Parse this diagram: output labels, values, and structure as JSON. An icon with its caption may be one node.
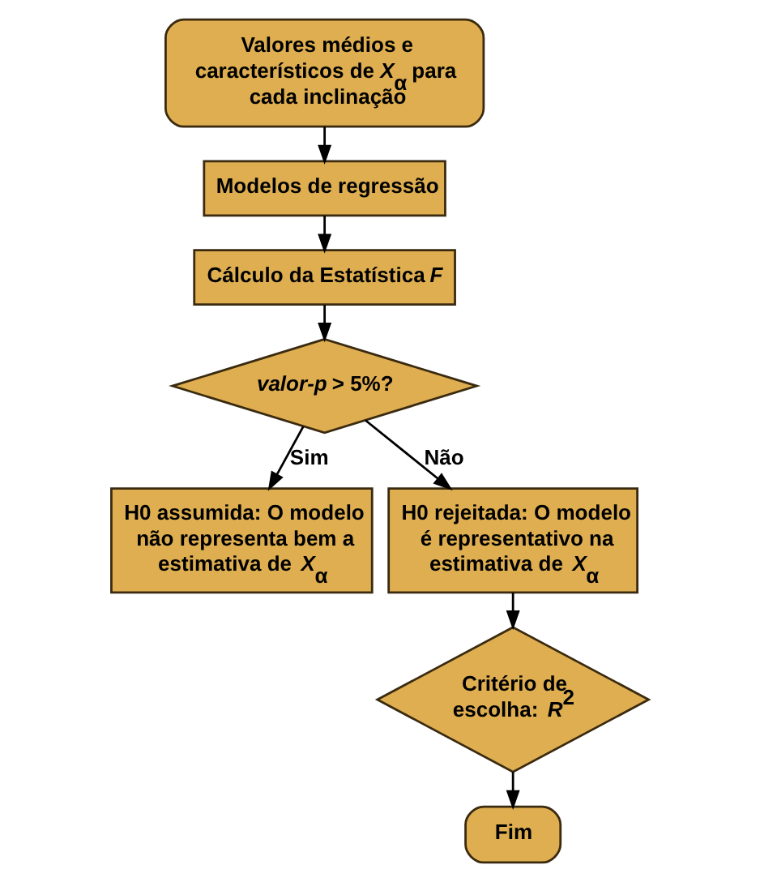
{
  "diagram": {
    "nodes": [
      {
        "text": [
          "Valores médios e característicos de *X*$_{α}$ para cada inclinação"
        ]
      },
      {
        "text": [
          "Modelos de regressão"
        ]
      },
      {
        "text": [
          "Cálculo da Estatística *F*"
        ]
      },
      {
        "text": [
          "*valor-p* > 5%?"
        ]
      },
      {
        "text": [
          "H0 assumida: O modelo não representa bem a estimativa de *X*$_{α}$"
        ]
      },
      {
        "text": [
          "H0 rejeitada: O modelo é representativo na estimativa de *X*$_{α}$"
        ]
      },
      {
        "text": [
          "Critério de escolha: *R*$^{2}$"
        ]
      },
      {
        "text": [
          "Fim"
        ]
      }
    ],
    "edges": [
      {
        "from": 0,
        "to": 1,
        "arrow": "to"
      },
      {
        "from": 1,
        "to": 2,
        "arrow": "to"
      },
      {
        "from": 2,
        "to": 3,
        "arrow": "to"
      },
      {
        "from": 3,
        "to": 4,
        "arrow": "to",
        "label": "Sim"
      },
      {
        "from": 3,
        "to": 5,
        "arrow": "to",
        "label": "Não"
      },
      {
        "from": 5,
        "to": 6,
        "arrow": "to"
      },
      {
        "from": 6,
        "to": 7,
        "arrow": "to"
      }
    ]
  }
}
